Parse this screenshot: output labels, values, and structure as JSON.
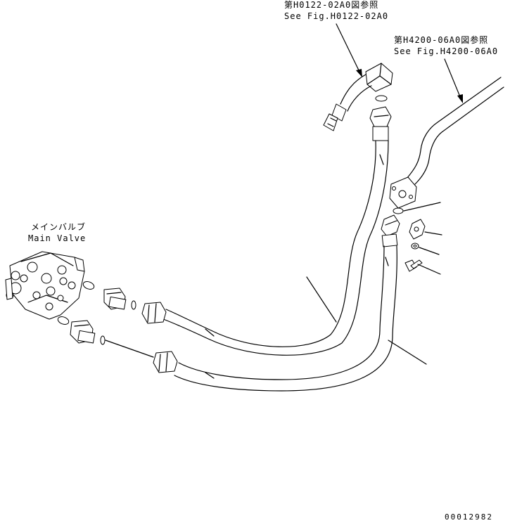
{
  "ref_top": {
    "line1": "第H0122-02A0図参照",
    "line2": "See Fig.H0122-02A0"
  },
  "ref_right": {
    "line1": "第H4200-06A0図参照",
    "line2": "See Fig.H4200-06A0"
  },
  "main_valve": {
    "jp": "メインバルブ",
    "en": "Main Valve"
  },
  "drawing_number": "00012982"
}
